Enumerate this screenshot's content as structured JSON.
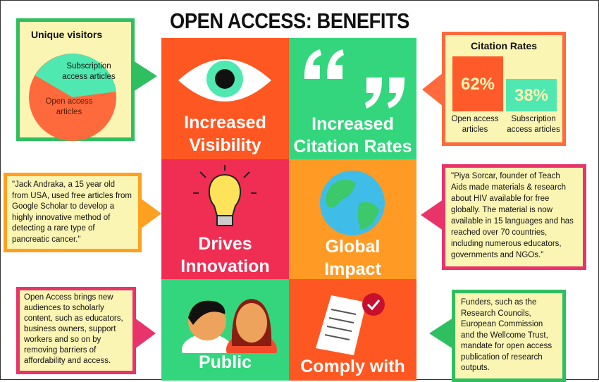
{
  "title": "OPEN ACCESS: BENEFITS",
  "colors": {
    "orange_red": "#ff5722",
    "green": "#33d67c",
    "red_pink": "#f02d52",
    "orange": "#ff9b24",
    "panel_fill": "#fbf5b4",
    "pink": "#e8336b"
  },
  "tiles": [
    {
      "label_line1": "Increased",
      "label_line2": "Visibility",
      "icon": "eye-icon"
    },
    {
      "label_line1": "Increased",
      "label_line2": "Citation Rates",
      "icon": "quote-marks-icon"
    },
    {
      "label_line1": "Drives",
      "label_line2": "Innovation",
      "icon": "lightbulb-icon"
    },
    {
      "label_line1": "Global",
      "label_line2": "Impact",
      "icon": "globe-icon"
    },
    {
      "label_line1": "Public",
      "icon": "people-icon"
    },
    {
      "label_line1": "Comply with",
      "icon": "certificate-document-icon"
    }
  ],
  "unique_visitors": {
    "heading": "Unique visitors",
    "slices": [
      {
        "label": "Subscription access articles",
        "color": "#4fe8b0"
      },
      {
        "label": "Open access articles",
        "color": "#ff6a3d"
      }
    ]
  },
  "citation_rates": {
    "heading": "Citation Rates",
    "bars": [
      {
        "value": "62%",
        "label": "Open access articles",
        "color": "#ff5a2a"
      },
      {
        "value": "38%",
        "label": "Subscription access articles",
        "color": "#4fe8b0"
      }
    ]
  },
  "jack_quote": "\"Jack Andraka, a 15 year old from USA, used free articles from Google Scholar to develop a highly innovative method of detecting a rare type of pancreatic cancer.\"",
  "piya_quote": "\"Piya Sorcar, founder of Teach Aids made materials & research about HIV available  for free globally. The material is now available in 15 languages and has reached over 70 countries, including numerous educators, governments and NGOs.\"",
  "public_text": "Open Access brings new audiences to scholarly content, such as educators, business owners, support workers and so on by removing barriers of affordability and access.",
  "funders_text": "Funders, such as the Research Councils, European Commission and the Wellcome Trust, mandate for open access publication of research outputs."
}
